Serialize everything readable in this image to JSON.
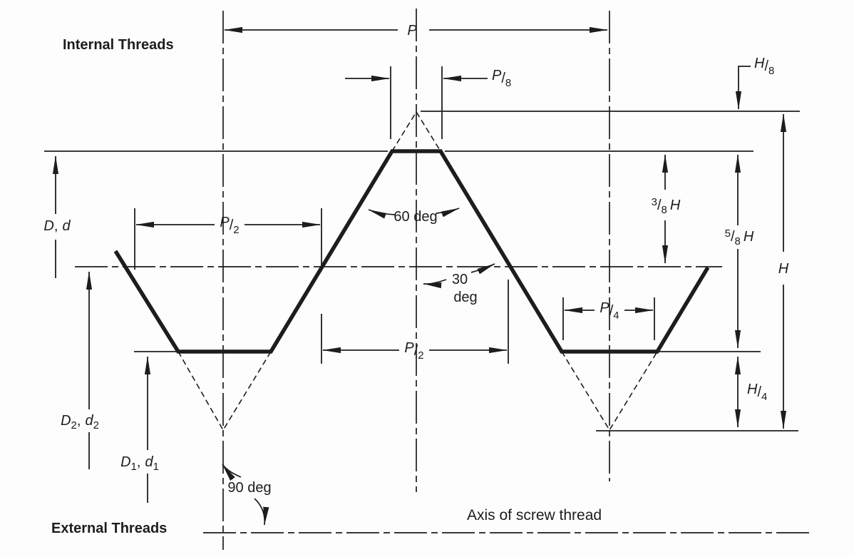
{
  "canvas": {
    "background": "#fdfdfd",
    "ink": "#1d1d1d"
  },
  "titles": {
    "internal_threads": "Internal Threads",
    "external_threads": "External Threads",
    "axis_of_screw_thread": "Axis of screw thread"
  },
  "angle_labels": {
    "sixty": "60 deg",
    "thirty_line1": "30",
    "thirty_line2": "deg",
    "ninety": "90 deg"
  },
  "dim_labels": {
    "p": {
      "var": "P"
    },
    "p2": {
      "var": "P",
      "sep": "/",
      "sub": "2"
    },
    "p4": {
      "var": "P",
      "sep": "/",
      "sub": "4"
    },
    "p8": {
      "var": "P",
      "sep": "/",
      "sub": "8"
    },
    "h8": {
      "var": "H",
      "sep": "/",
      "sub": "8"
    },
    "h4": {
      "var": "H",
      "sep": "/",
      "sub": "4"
    },
    "h38": {
      "sup": "3",
      "sep": "/",
      "sub": "8",
      "var": "H"
    },
    "h58": {
      "sup": "5",
      "sep": "/",
      "sub": "8",
      "var": "H"
    },
    "h": {
      "var": "H"
    },
    "dd": {
      "a": "D",
      "comma": ",",
      "b": "d"
    },
    "d2": {
      "a": "D",
      "asub": "2",
      "comma": ",",
      "b": "d",
      "bsub": "2"
    },
    "d1": {
      "a": "D",
      "asub": "1",
      "comma": ",",
      "b": "d",
      "bsub": "1"
    }
  }
}
